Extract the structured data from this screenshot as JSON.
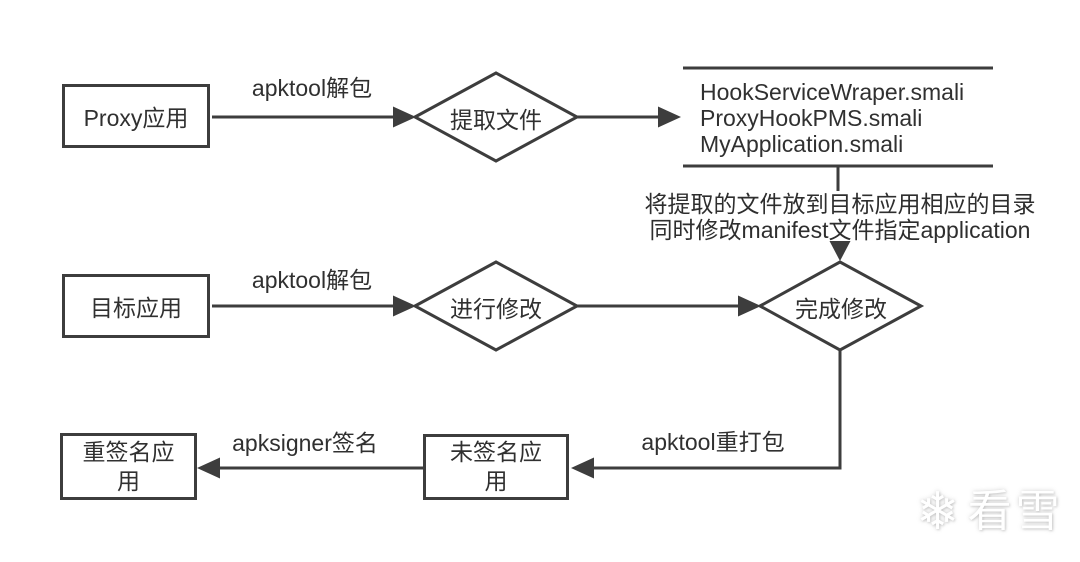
{
  "diagram": {
    "nodes": {
      "proxy_app": "Proxy应用",
      "target_app": "目标应用",
      "extract_files": "提取文件",
      "make_changes": "进行修改",
      "changes_done": "完成修改",
      "unsigned_app": "未签名应用",
      "resigned_app": "重签名应用"
    },
    "edge_labels": {
      "apktool_unpack_top": "apktool解包",
      "apktool_unpack_mid": "apktool解包",
      "apktool_repack": "apktool重打包",
      "apksigner_sign": "apksigner签名"
    },
    "extracted_files": [
      "HookServiceWraper.smali",
      "ProxyHookPMS.smali",
      "MyApplication.smali"
    ],
    "annotation": {
      "line1": "将提取的文件放到目标应用相应的目录",
      "line2": "同时修改manifest文件指定application"
    },
    "colors": {
      "line": "#3d3d3d",
      "text": "#303030",
      "background": "#ffffff",
      "watermark": "#ffffff"
    }
  },
  "watermark": {
    "icon": "snowflake-icon",
    "icon_glyph": "❄",
    "text": "看雪"
  }
}
